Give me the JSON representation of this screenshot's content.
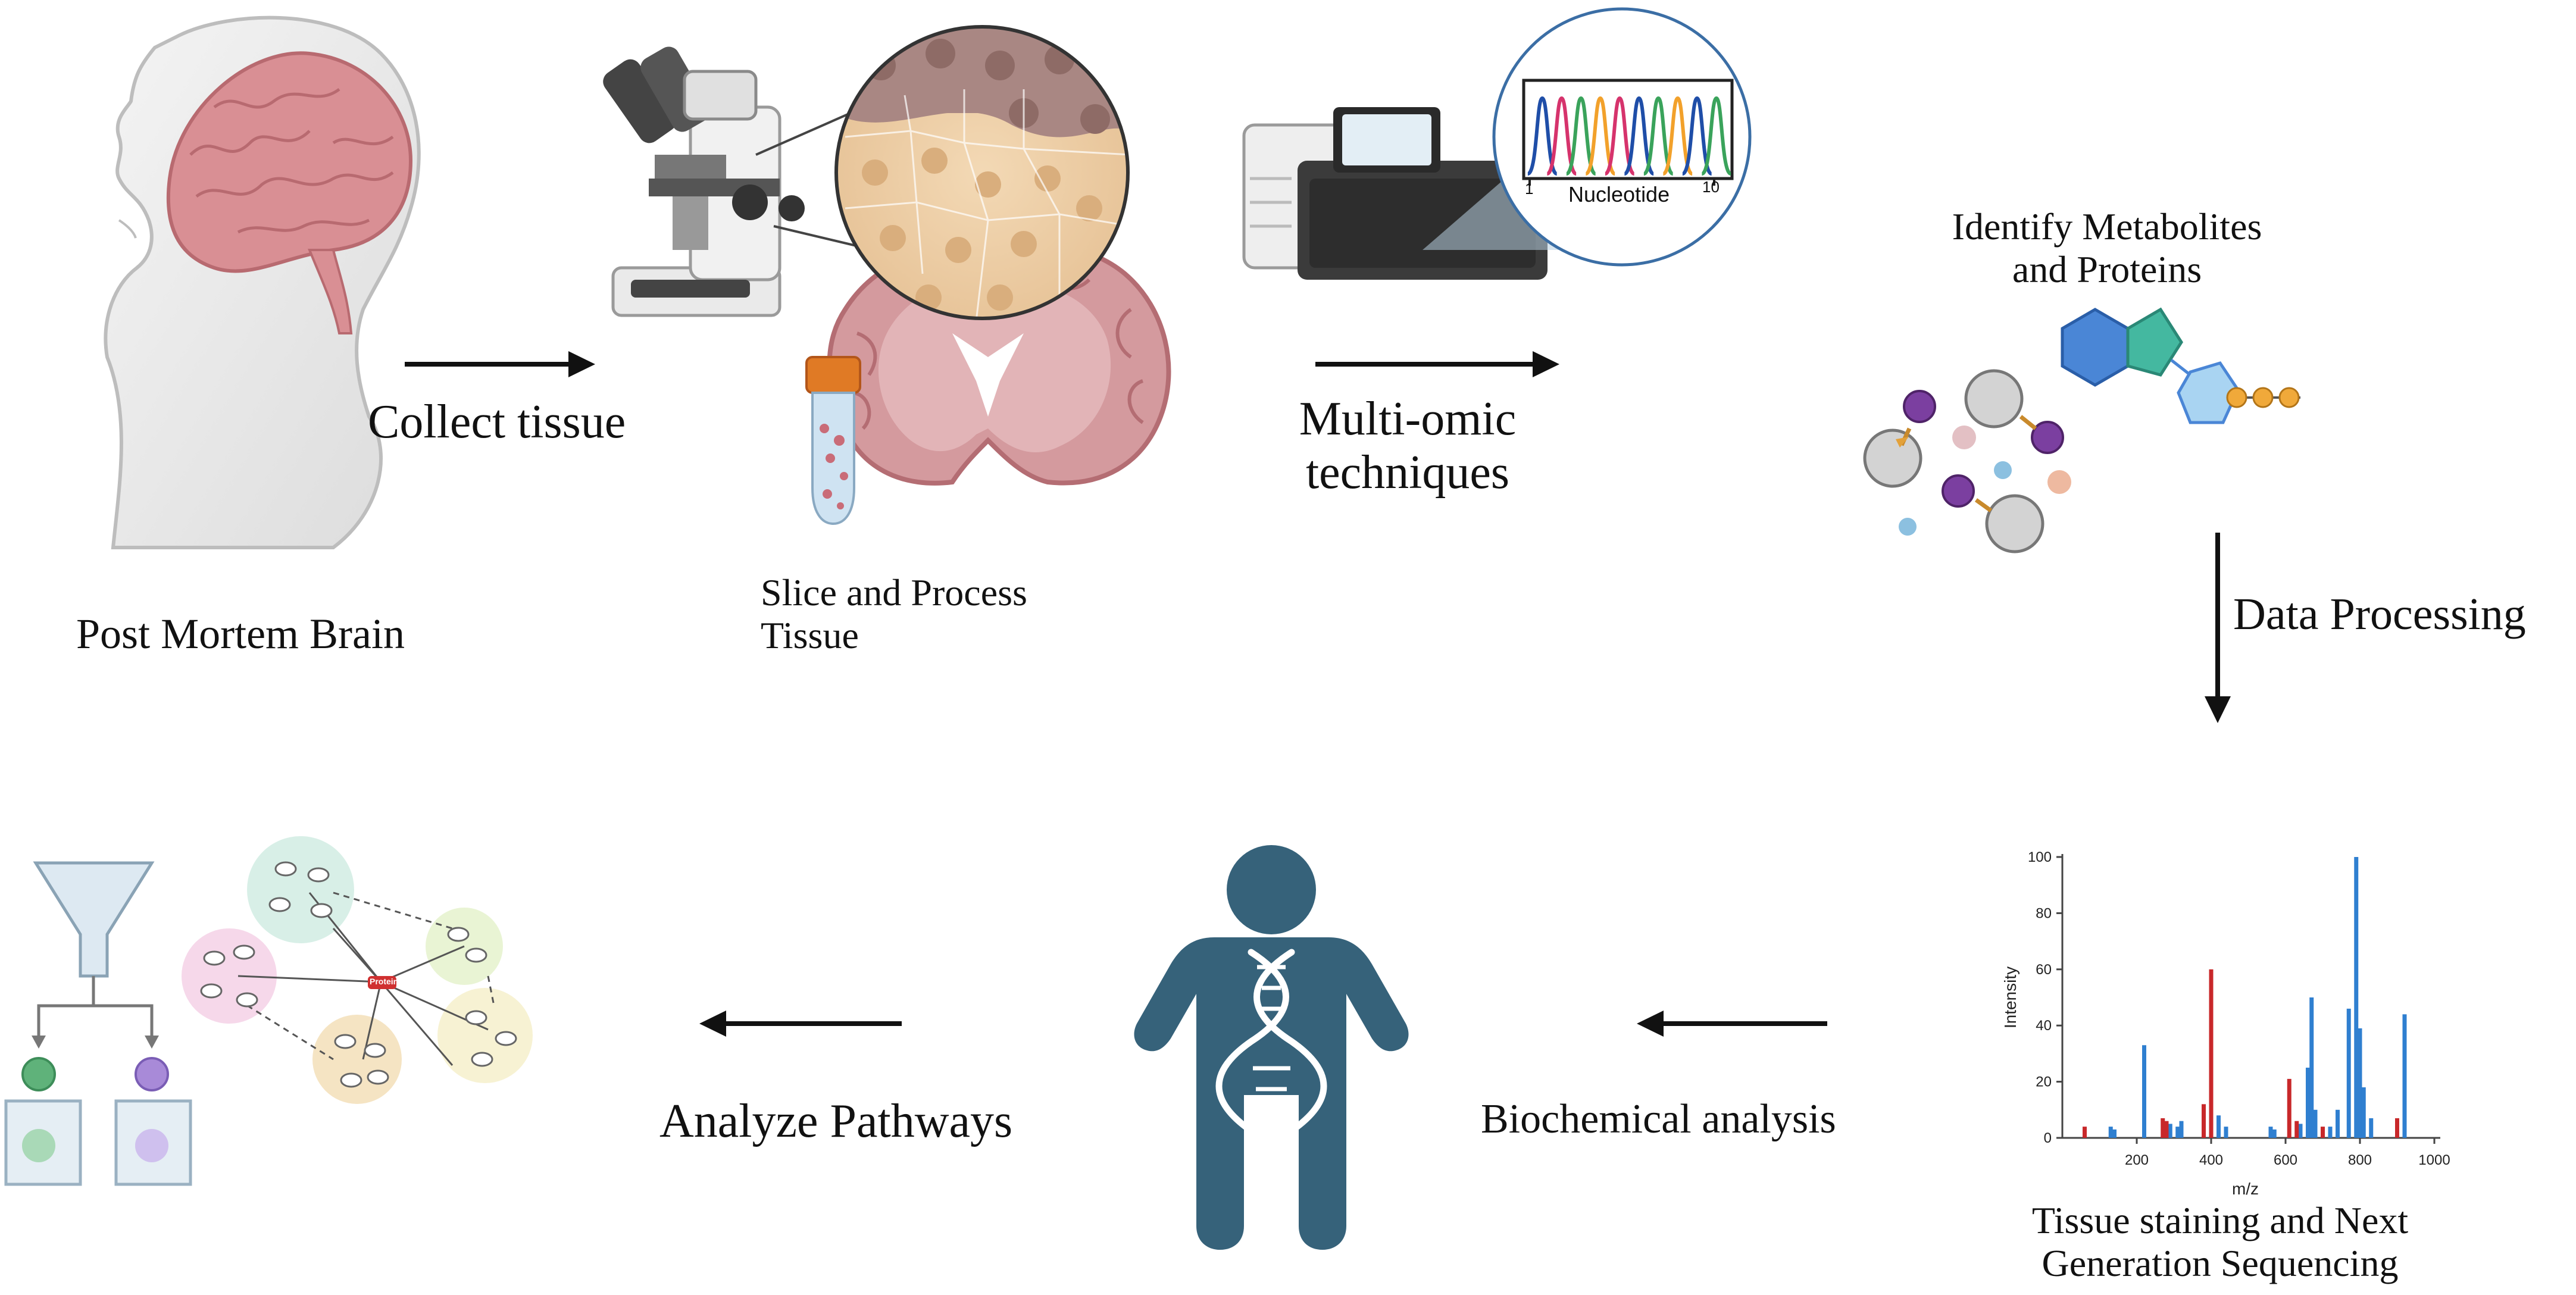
{
  "steps": {
    "brain": "Post Mortem Brain",
    "collect": "Collect tissue",
    "slice": {
      "line1": "Slice and Process",
      "line2": "Tissue"
    },
    "multiomic": {
      "line1": "Multi-omic",
      "line2": "techniques"
    },
    "identify": {
      "line1": "Identify Metabolites",
      "line2": "and Proteins"
    },
    "processing": "Data Processing",
    "staining": {
      "line1": "Tissue staining and Next",
      "line2": "Generation Sequencing"
    },
    "biochem": "Biochemical analysis",
    "pathways": "Analyze Pathways"
  },
  "sequencer": {
    "axis_label": "Nucleotide",
    "tick_start": "1",
    "tick_end": "10",
    "peak_colors": [
      "#1f4ea8",
      "#d6336c",
      "#3aa35b",
      "#f2a12b",
      "#d6336c",
      "#1f4ea8",
      "#3aa35b",
      "#f2a12b",
      "#1f4ea8",
      "#3aa35b"
    ]
  },
  "pathway_hub_label": "Protein",
  "colors": {
    "arrow": "#111111",
    "person": "#36627a",
    "spectrum_blue": "#2f7fd0",
    "spectrum_red": "#c8282a"
  },
  "chart_data": {
    "type": "bar",
    "xlabel": "m/z",
    "ylabel": "Intensity",
    "xlim": [
      0,
      1000
    ],
    "ylim": [
      0,
      100
    ],
    "x_ticks": [
      "200",
      "400",
      "600",
      "800",
      "1000"
    ],
    "y_ticks": [
      "0",
      "20",
      "40",
      "60",
      "80",
      "100"
    ],
    "series": [
      {
        "color": "#2f7fd0",
        "x": [
          130,
          140,
          220,
          290,
          310,
          320,
          380,
          420,
          440,
          560,
          570,
          640,
          660,
          670,
          680,
          720,
          740,
          770,
          790,
          800,
          810,
          830,
          920
        ],
        "values": [
          4,
          3,
          33,
          5,
          4,
          6,
          10,
          8,
          4,
          4,
          3,
          5,
          25,
          50,
          10,
          4,
          10,
          46,
          100,
          39,
          18,
          7,
          44
        ]
      },
      {
        "color": "#c8282a",
        "x": [
          60,
          270,
          280,
          380,
          400,
          610,
          630,
          700,
          900
        ],
        "values": [
          4,
          7,
          6,
          12,
          60,
          21,
          6,
          4,
          7
        ]
      }
    ]
  }
}
